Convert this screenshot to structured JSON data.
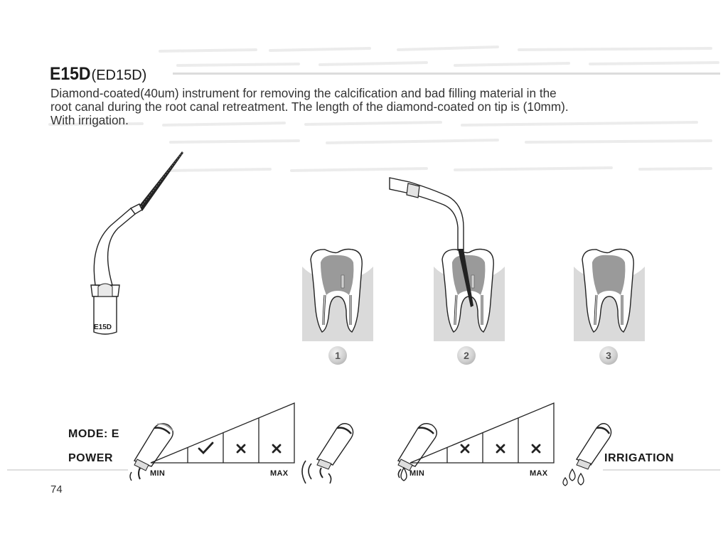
{
  "title": {
    "code": "E15D",
    "alt_code": "(ED15D)"
  },
  "description": [
    "Diamond-coated(40um) instrument for removing the calcification and bad filling material in the",
    "root canal during the root canal retreatment. The length of the diamond-coated on tip is (10mm).",
    "With irrigation."
  ],
  "tip_engraving": "E15D",
  "steps": [
    "1",
    "2",
    "3"
  ],
  "power_chart": {
    "mode_label": "MODE: E",
    "power_label": "POWER",
    "min_label": "MIN",
    "max_label": "MAX",
    "cells": [
      "check",
      "cross",
      "cross"
    ]
  },
  "irrigation_chart": {
    "label": "IRRIGATION",
    "min_label": "MIN",
    "max_label": "MAX",
    "cells": [
      "cross",
      "cross",
      "cross"
    ]
  },
  "page_number": "74",
  "colors": {
    "rule": "#dcdcdc",
    "gum": "#d9d9d9",
    "text": "#2a2a2a"
  }
}
